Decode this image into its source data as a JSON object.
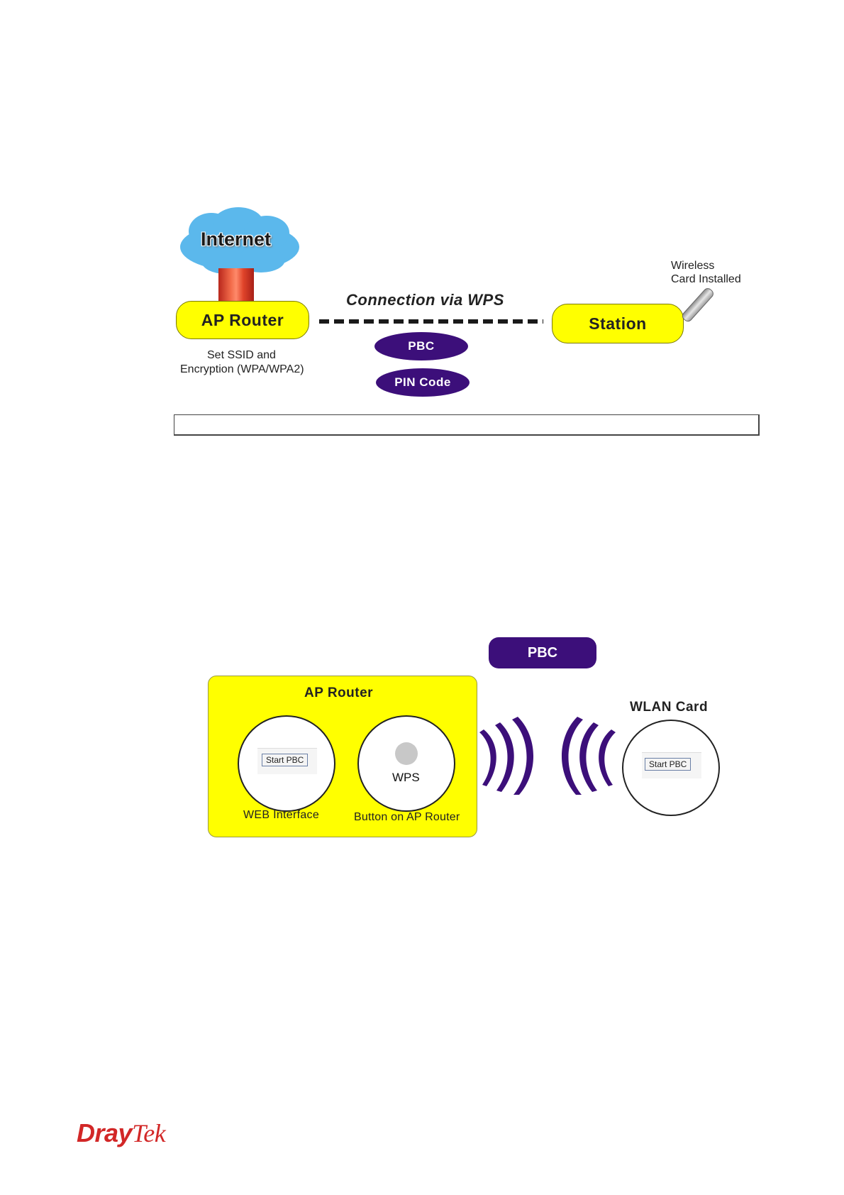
{
  "diagram1": {
    "cloud_label": "Internet",
    "ap_router_label": "AP Router",
    "ap_note_line1": "Set SSID and",
    "ap_note_line2": "Encryption (WPA/WPA2)",
    "connection_label": "Connection via WPS",
    "station_label": "Station",
    "wireless_note_line1": "Wireless",
    "wireless_note_line2": "Card Installed",
    "method1": "PBC",
    "method2": "PIN Code"
  },
  "diagram2": {
    "pbc_label": "PBC",
    "ap_router_label": "AP Router",
    "web_button_label": "Start PBC",
    "web_caption": "WEB Interface",
    "wps_button_label": "WPS",
    "wps_caption": "Button on AP Router",
    "wlan_card_label": "WLAN Card",
    "wlan_button_label": "Start PBC"
  },
  "footer": {
    "logo_part1": "Dray",
    "logo_part2": "Tek",
    "logo_color": "#d22727"
  },
  "colors": {
    "yellow": "#ffff00",
    "purple": "#3c0f7a",
    "cloud_blue": "#5bb8ec",
    "pipe_red": "#e0442a"
  }
}
